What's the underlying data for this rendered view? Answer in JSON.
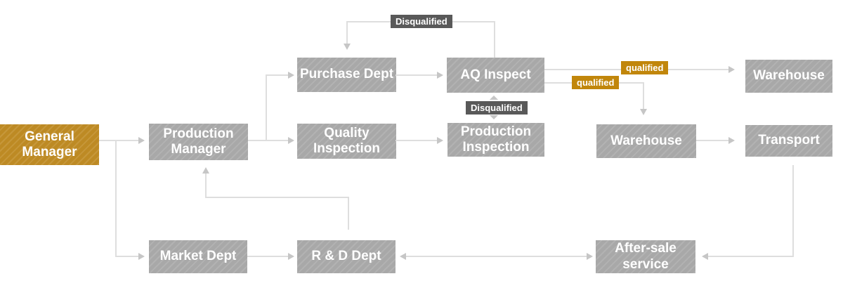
{
  "diagram": {
    "type": "flowchart",
    "colors": {
      "node_fill": "#a8a8a8",
      "node_stripe": "#b2b2b2",
      "accent_fill": "#bd8a24",
      "accent_stripe": "#c6973a",
      "qualified_fill": "#c1860b",
      "disqualified_fill": "#595959",
      "connector_line": "#dedede",
      "arrowhead": "#c6c6c6",
      "text": "#ffffff",
      "background": "#ffffff"
    },
    "nodes": [
      {
        "id": "general-manager",
        "label": "General Manager",
        "accent": true
      },
      {
        "id": "production-manager",
        "label": "Production Manager",
        "accent": false
      },
      {
        "id": "purchase-dept",
        "label": "Purchase Dept",
        "accent": false
      },
      {
        "id": "quality-inspection",
        "label": "Quality Inspection",
        "accent": false
      },
      {
        "id": "aq-inspect",
        "label": "AQ Inspect",
        "accent": false
      },
      {
        "id": "production-inspection",
        "label": "Production Inspection",
        "accent": false
      },
      {
        "id": "warehouse-top",
        "label": "Warehouse",
        "accent": false
      },
      {
        "id": "warehouse-mid",
        "label": "Warehouse",
        "accent": false
      },
      {
        "id": "transport",
        "label": "Transport",
        "accent": false
      },
      {
        "id": "market-dept",
        "label": "Market Dept",
        "accent": false
      },
      {
        "id": "rd-dept",
        "label": "R & D Dept",
        "accent": false
      },
      {
        "id": "after-sale-service",
        "label": "After-sale service",
        "accent": false
      }
    ],
    "edge_labels": [
      {
        "id": "disqualified-top",
        "text": "Disqualified",
        "style": "dark"
      },
      {
        "id": "disqualified-mid",
        "text": "Disqualified",
        "style": "dark"
      },
      {
        "id": "qualified-top",
        "text": "qualified",
        "style": "gold"
      },
      {
        "id": "qualified-mid",
        "text": "qualified",
        "style": "gold"
      }
    ],
    "edges": [
      {
        "from": "general-manager",
        "to": "production-manager"
      },
      {
        "from": "general-manager",
        "to": "market-dept"
      },
      {
        "from": "production-manager",
        "to": "purchase-dept"
      },
      {
        "from": "production-manager",
        "to": "quality-inspection"
      },
      {
        "from": "purchase-dept",
        "to": "aq-inspect"
      },
      {
        "from": "aq-inspect",
        "to": "purchase-dept",
        "label": "Disqualified"
      },
      {
        "from": "quality-inspection",
        "to": "production-inspection"
      },
      {
        "from": "aq-inspect",
        "to": "production-inspection",
        "label": "Disqualified",
        "bidirectional": true
      },
      {
        "from": "aq-inspect",
        "to": "warehouse-top",
        "label": "qualified"
      },
      {
        "from": "aq-inspect",
        "to": "warehouse-mid",
        "label": "qualified"
      },
      {
        "from": "warehouse-mid",
        "to": "transport"
      },
      {
        "from": "transport",
        "to": "after-sale-service"
      },
      {
        "from": "after-sale-service",
        "to": "rd-dept",
        "bidirectional": true
      },
      {
        "from": "market-dept",
        "to": "rd-dept"
      },
      {
        "from": "rd-dept",
        "to": "production-manager"
      }
    ]
  }
}
